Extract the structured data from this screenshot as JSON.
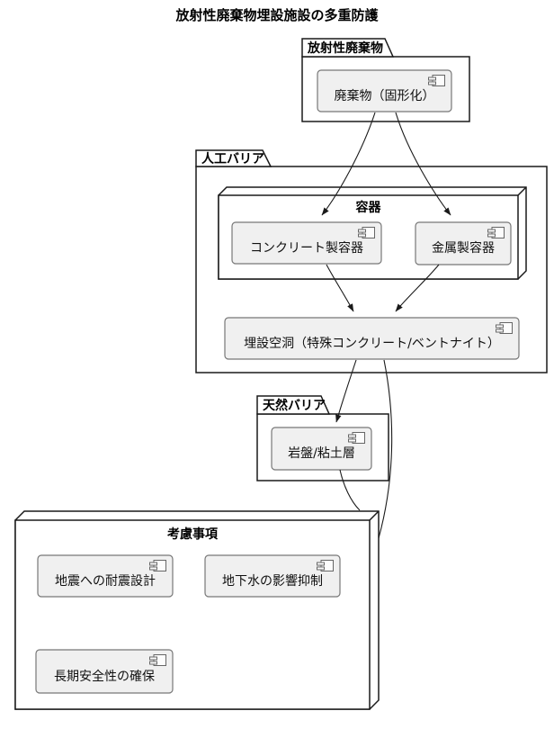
{
  "title": "放射性廃棄物埋設施設の多重防護",
  "packages": {
    "radioactive_waste": {
      "label": "放射性廃棄物"
    },
    "artificial_barrier": {
      "label": "人工バリア"
    },
    "natural_barrier": {
      "label": "天然バリア"
    }
  },
  "nodes": {
    "container": {
      "label": "容器"
    },
    "considerations": {
      "label": "考慮事項"
    }
  },
  "components": {
    "waste": {
      "label": "廃棄物（固形化）"
    },
    "concrete_container": {
      "label": "コンクリート製容器"
    },
    "metal_container": {
      "label": "金属製容器"
    },
    "burial_cavity": {
      "label": "埋設空洞（特殊コンクリート/ベントナイト）"
    },
    "rock_clay": {
      "label": "岩盤/粘土層"
    },
    "earthquake_design": {
      "label": "地震への耐震設計"
    },
    "groundwater_control": {
      "label": "地下水の影響抑制"
    },
    "longterm_safety": {
      "label": "長期安全性の確保"
    }
  },
  "edges": [
    {
      "from": "廃棄物（固形化）",
      "to": "コンクリート製容器",
      "arrow": true
    },
    {
      "from": "廃棄物（固形化）",
      "to": "金属製容器",
      "arrow": true
    },
    {
      "from": "コンクリート製容器",
      "to": "埋設空洞（特殊コンクリート/ベントナイト）",
      "arrow": true
    },
    {
      "from": "金属製容器",
      "to": "埋設空洞（特殊コンクリート/ベントナイト）",
      "arrow": true
    },
    {
      "from": "埋設空洞（特殊コンクリート/ベントナイト）",
      "to": "岩盤/粘土層",
      "arrow": true
    },
    {
      "from": "埋設空洞（特殊コンクリート/ベントナイト）",
      "to": "考慮事項",
      "arrow": false
    },
    {
      "from": "岩盤/粘土層",
      "to": "考慮事項",
      "arrow": false
    }
  ],
  "colors": {
    "background": "#ffffff",
    "outline": "#1a1a1a",
    "component_fill": "#f0f0f0",
    "component_border": "#777777"
  }
}
